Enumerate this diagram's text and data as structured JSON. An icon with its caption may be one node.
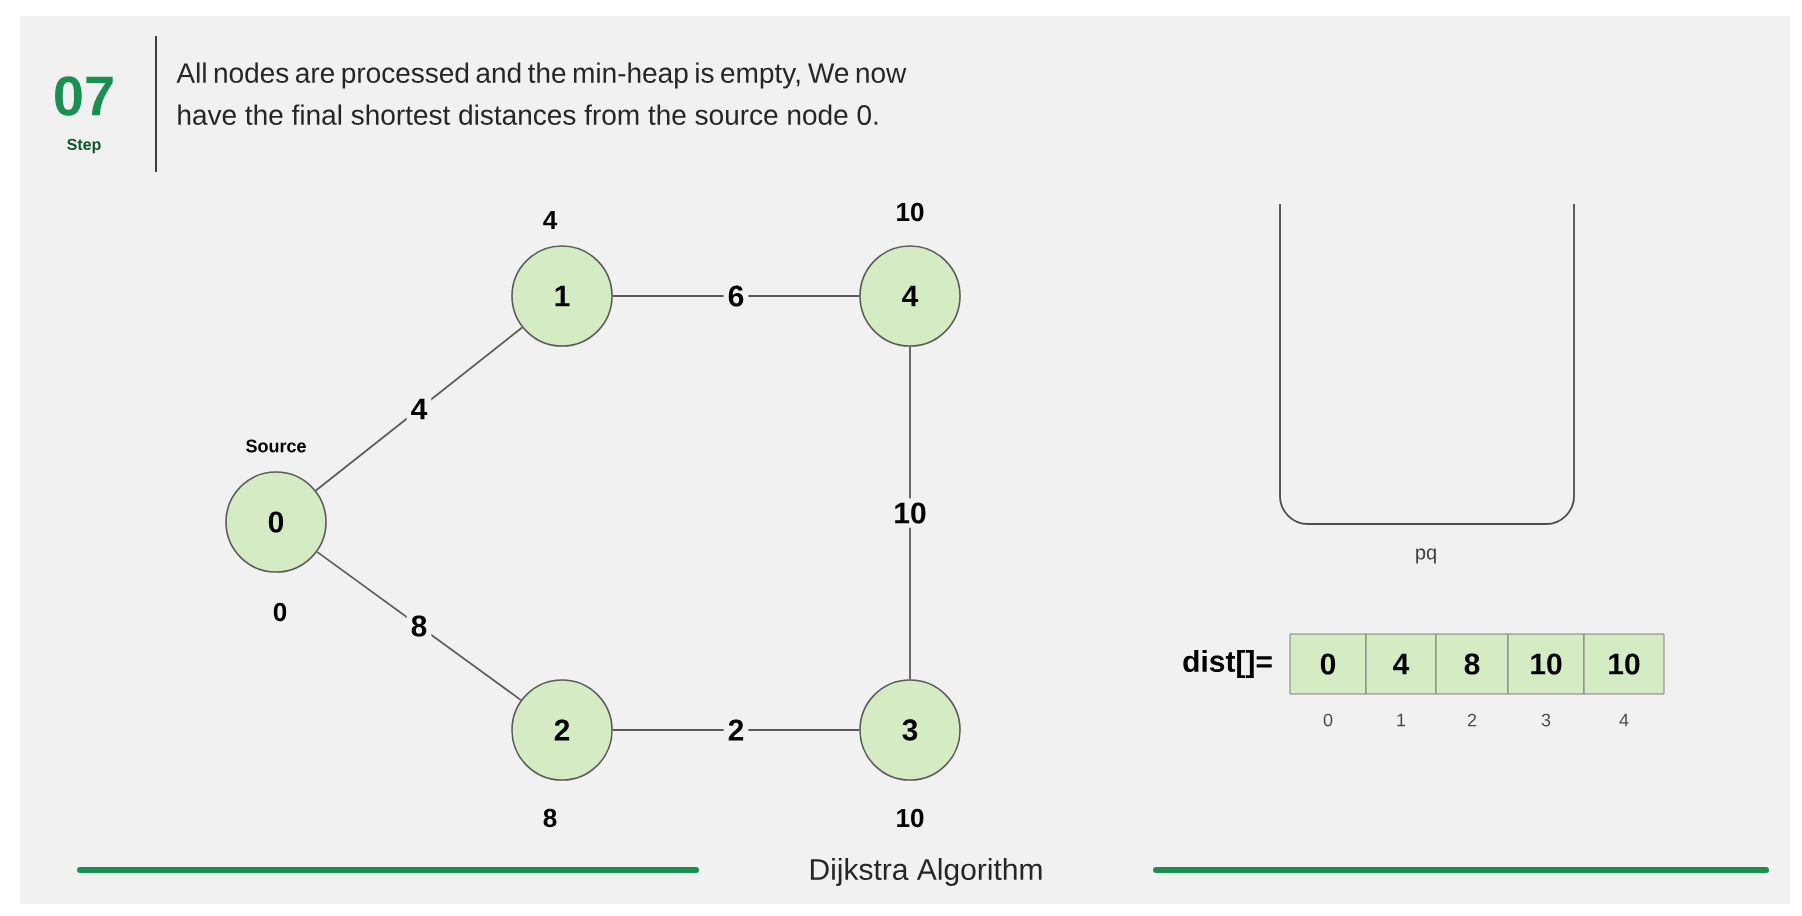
{
  "diagram": {
    "title": "All nodes are processed and the min-heap is empty, We now have the final shortest distances from the source node 0.",
    "caption": "Dijkstra Algorithm",
    "nodes": [
      {
        "text": [
          "0"
        ],
        "beside": [
          "Source",
          "0"
        ]
      },
      {
        "text": [
          "1"
        ],
        "beside": [
          "4"
        ]
      },
      {
        "text": [
          "2"
        ],
        "beside": [
          "8"
        ]
      },
      {
        "text": [
          "3"
        ],
        "beside": [
          "10"
        ]
      },
      {
        "text": [
          "4"
        ],
        "beside": [
          "10"
        ]
      }
    ],
    "edges": [
      {
        "from": 0,
        "to": 1,
        "arrow": "none",
        "label": "4"
      },
      {
        "from": 1,
        "to": 4,
        "arrow": "none",
        "label": "6"
      },
      {
        "from": 4,
        "to": 3,
        "arrow": "none",
        "label": "10"
      },
      {
        "from": 0,
        "to": 2,
        "arrow": "none",
        "label": "8"
      },
      {
        "from": 2,
        "to": 3,
        "arrow": "none",
        "label": "2"
      }
    ],
    "labels": [
      "07",
      "Step",
      "pq",
      "dist[]=",
      "0",
      "4",
      "8",
      "10",
      "10",
      "0",
      "1",
      "2",
      "3",
      "4"
    ]
  }
}
